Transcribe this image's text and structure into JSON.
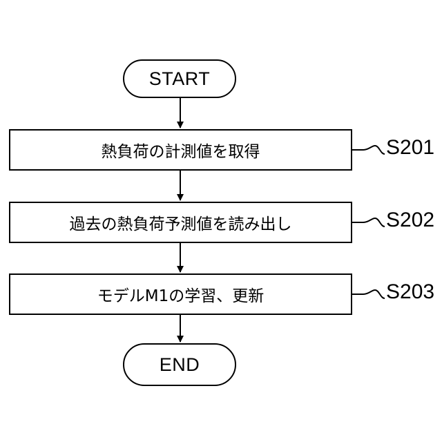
{
  "flowchart": {
    "start": "START",
    "end": "END",
    "steps": [
      {
        "text": "熱負荷の計測値を取得",
        "label": "S201"
      },
      {
        "text": "過去の熱負荷予測値を読み出し",
        "label": "S202"
      },
      {
        "text": "モデルM1の学習、更新",
        "label": "S203"
      }
    ]
  }
}
